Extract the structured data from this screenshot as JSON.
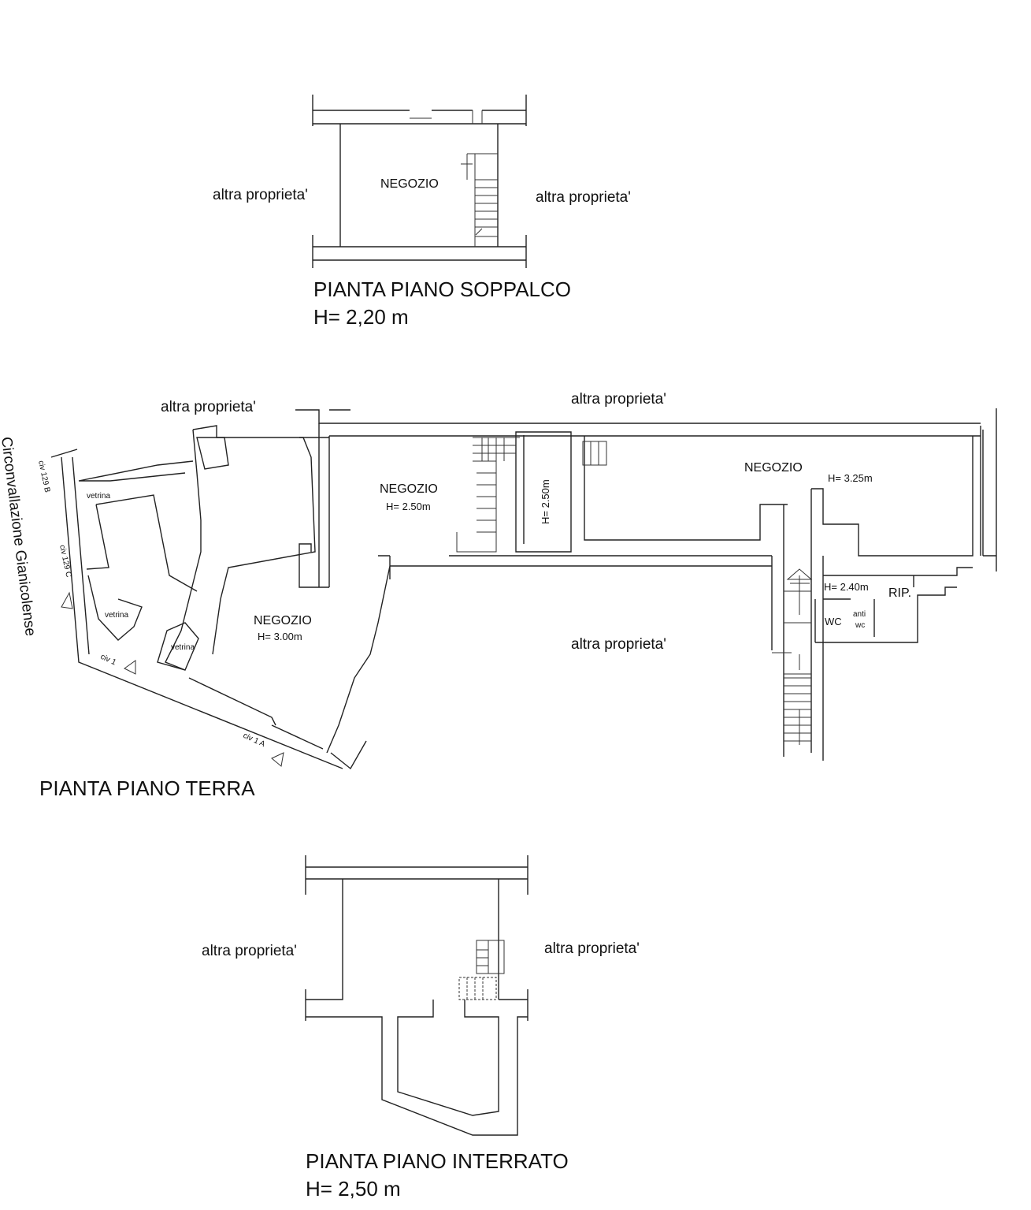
{
  "soppalco": {
    "title": "PIANTA PIANO SOPPALCO",
    "height": "H= 2,20 m",
    "room": "NEGOZIO",
    "left_neighbor": "altra proprieta'",
    "right_neighbor": "altra proprieta'"
  },
  "terra": {
    "title": "PIANTA PIANO TERRA",
    "street": "Circonvallazione Gianicolense",
    "neighbors": [
      "altra proprieta'",
      "altra proprieta'",
      "altra proprieta'"
    ],
    "rooms": [
      {
        "name": "NEGOZIO",
        "height": "H= 2.50m"
      },
      {
        "name": "NEGOZIO",
        "height": "H= 3.25m"
      },
      {
        "name": "NEGOZIO",
        "height": "H= 3.00m"
      }
    ],
    "stair_height": "H= 2.50m",
    "service_height": "H= 2.40m",
    "rip": "RIP.",
    "wc": "WC",
    "anti_wc": [
      "anti",
      "wc"
    ],
    "vetrine": [
      "vetrina",
      "vetrina",
      "vetrina"
    ],
    "civici": [
      "civ 129 B",
      "civ 129 C",
      "civ 1",
      "civ 1 A"
    ]
  },
  "interrato": {
    "title": "PIANTA PIANO INTERRATO",
    "height": "H= 2,50 m",
    "left_neighbor": "altra proprieta'",
    "right_neighbor": "altra proprieta'"
  }
}
